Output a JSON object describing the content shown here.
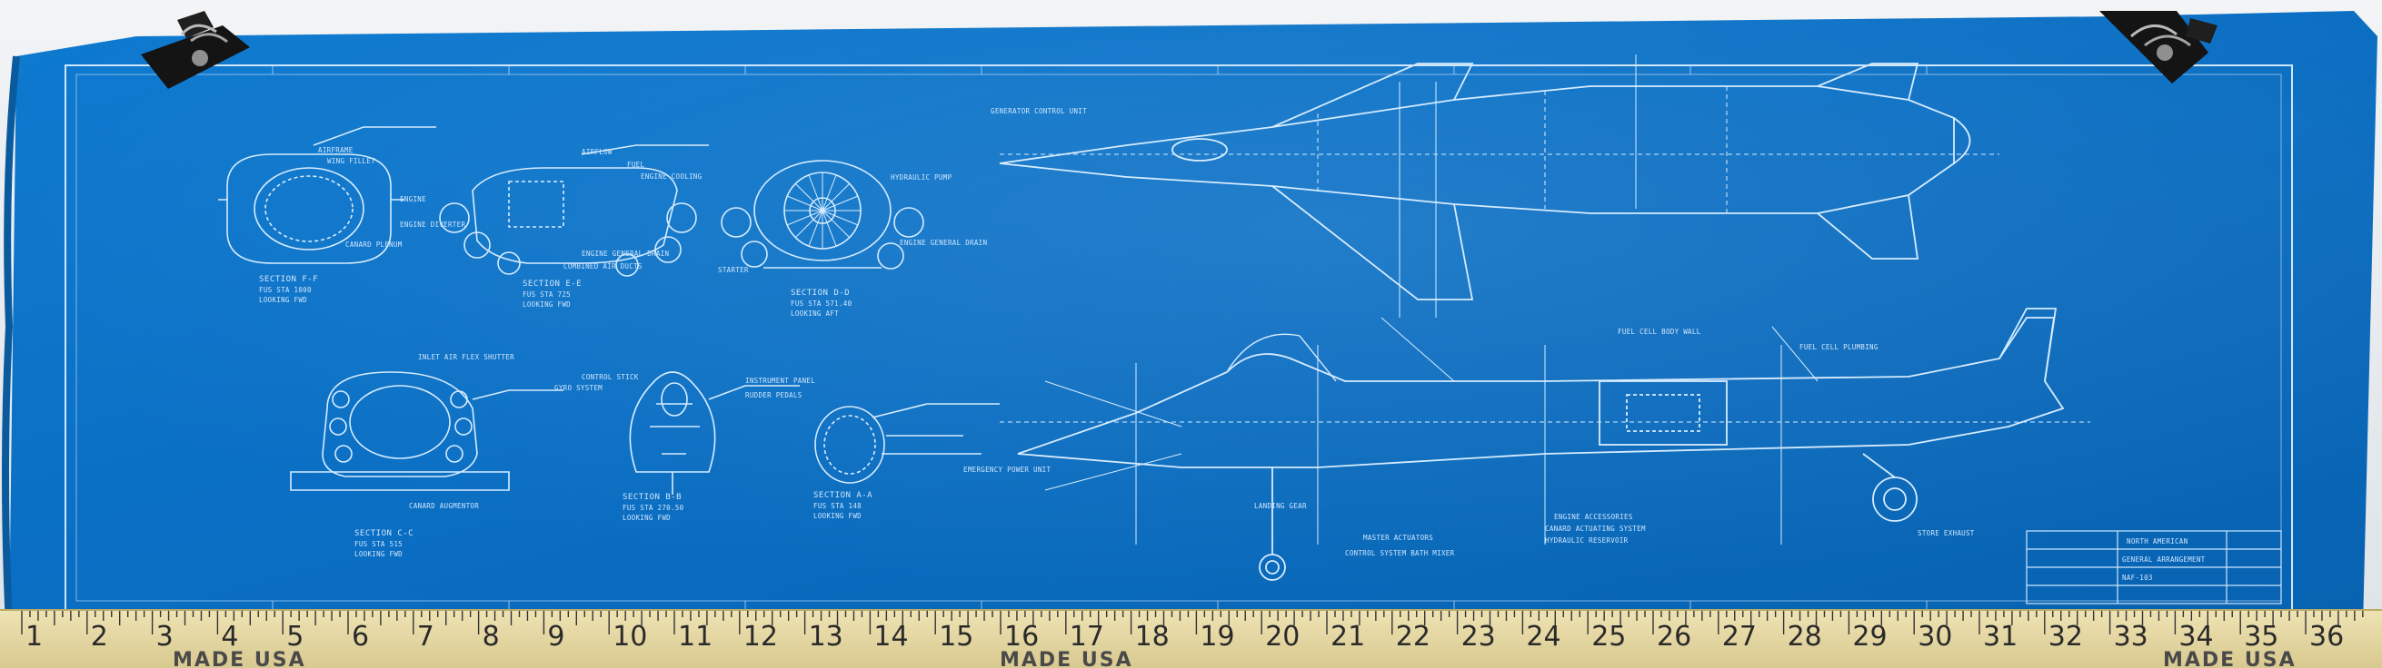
{
  "sections": [
    {
      "title": "SECTION F-F",
      "sub1": "FUS STA 1000",
      "sub2": "LOOKING FWD"
    },
    {
      "title": "SECTION E-E",
      "sub1": "FUS STA 725",
      "sub2": "LOOKING FWD"
    },
    {
      "title": "SECTION D-D",
      "sub1": "FUS STA 571.40",
      "sub2": "LOOKING AFT"
    },
    {
      "title": "SECTION C-C",
      "sub1": "FUS STA 515",
      "sub2": "LOOKING FWD"
    },
    {
      "title": "SECTION B-B",
      "sub1": "FUS STA 270.50",
      "sub2": "LOOKING FWD"
    },
    {
      "title": "SECTION A-A",
      "sub1": "FUS STA 148",
      "sub2": "LOOKING FWD"
    }
  ],
  "callouts": [
    "AIRFRAME",
    "WING FILLET",
    "ENGINE",
    "ENGINE DIVERTER",
    "CANARD PLENUM",
    "AIRFLOW",
    "FUEL",
    "ENGINE COOLING",
    "ENGINE GENERAL DRAIN",
    "COMBINED AIR DUCTS",
    "HYDRAULIC PUMP",
    "ENGINE GENERAL DRAIN",
    "STARTER",
    "GENERATOR CONTROL UNIT",
    "INSTRUMENT PANEL",
    "RUDDER PEDALS",
    "CANARD AUGMENTOR",
    "GYRO SYSTEM",
    "INLET AIR FLEX SHUTTER",
    "CONTROL STICK",
    "EMERGENCY POWER UNIT",
    "CANARD ACTUATING SYSTEM",
    "HYDRAULIC RESERVOIR",
    "MASTER ACTUATORS",
    "FUEL CELL BODY WALL",
    "STORE EXHAUST",
    "FUEL CELL PLUMBING",
    "ENGINE ACCESSORIES",
    "CONTROL SYSTEM BATH MIXER",
    "LANDING GEAR"
  ],
  "title_block": {
    "company": "NORTH AMERICAN",
    "project": "GENERAL ARRANGEMENT",
    "drawing_no": "NAF-103"
  },
  "ruler": {
    "brand": "MADE USA",
    "numbers": [
      "1",
      "2",
      "3",
      "4",
      "5",
      "6",
      "7",
      "8",
      "9",
      "10",
      "11",
      "12",
      "13",
      "14",
      "15",
      "16",
      "17",
      "18",
      "19",
      "20",
      "21",
      "22",
      "23",
      "24",
      "25",
      "26",
      "27",
      "28",
      "29",
      "30",
      "31",
      "32",
      "33",
      "34",
      "35",
      "36"
    ]
  },
  "colors": {
    "blueprint": "#0b73c8",
    "blueprint_dark": "#0a5fa8",
    "line": "#d6ecff",
    "ruler": "#e3d7a6",
    "clip": "#1a1a1a"
  }
}
